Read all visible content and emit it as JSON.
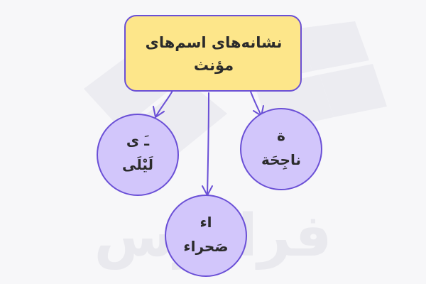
{
  "diagram": {
    "root": {
      "label": "نشانه‌های اسم‌های مؤنث",
      "fill": "#fde68a",
      "stroke": "#6a4fd6"
    },
    "leaves": [
      {
        "id": "left",
        "marker": "ـَ ی",
        "example": "لَیْلَی"
      },
      {
        "id": "right",
        "marker": "ة",
        "example": "ناجِحَة"
      },
      {
        "id": "bottom",
        "marker": "اء",
        "example": "صَحراء"
      }
    ],
    "leaf_fill": "#d2c6fb",
    "leaf_stroke": "#6a4fd6",
    "edge_color": "#6a4fd6"
  },
  "watermark": {
    "text": "فرادرس",
    "color": "#e9e9ee"
  }
}
